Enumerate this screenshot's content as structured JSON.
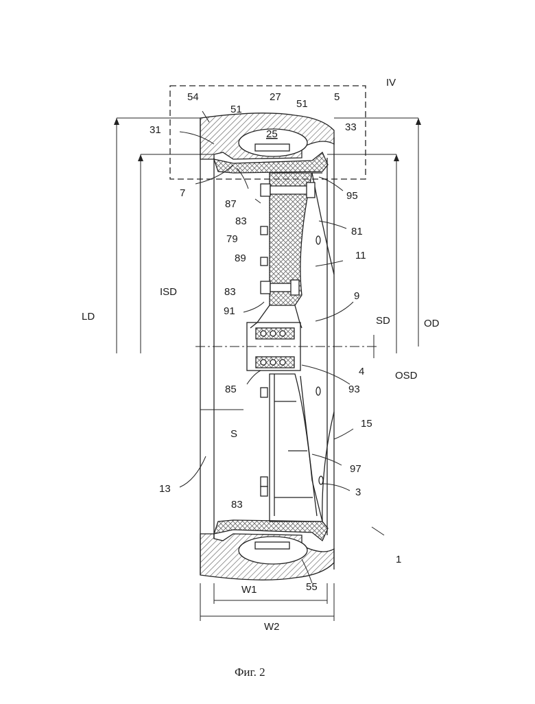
{
  "caption": "Фиг. 2",
  "labels": {
    "IV": "IV",
    "n54": "54",
    "n51a": "51",
    "n27": "27",
    "n51b": "51",
    "n5": "5",
    "n31": "31",
    "n25": "25",
    "n33": "33",
    "n7": "7",
    "n87": "87",
    "n95": "95",
    "n83a": "83",
    "n81": "81",
    "n79": "79",
    "n89": "89",
    "n11": "11",
    "ISD": "ISD",
    "n83b": "83",
    "n9": "9",
    "n91": "91",
    "LD": "LD",
    "OD": "OD",
    "SD": "SD",
    "n4": "4",
    "OSD": "OSD",
    "n85": "85",
    "n93": "93",
    "S": "S",
    "n15": "15",
    "n97": "97",
    "n13": "13",
    "n3": "3",
    "n83c": "83",
    "n1": "1",
    "n55": "55",
    "W1": "W1",
    "W2": "W2"
  }
}
